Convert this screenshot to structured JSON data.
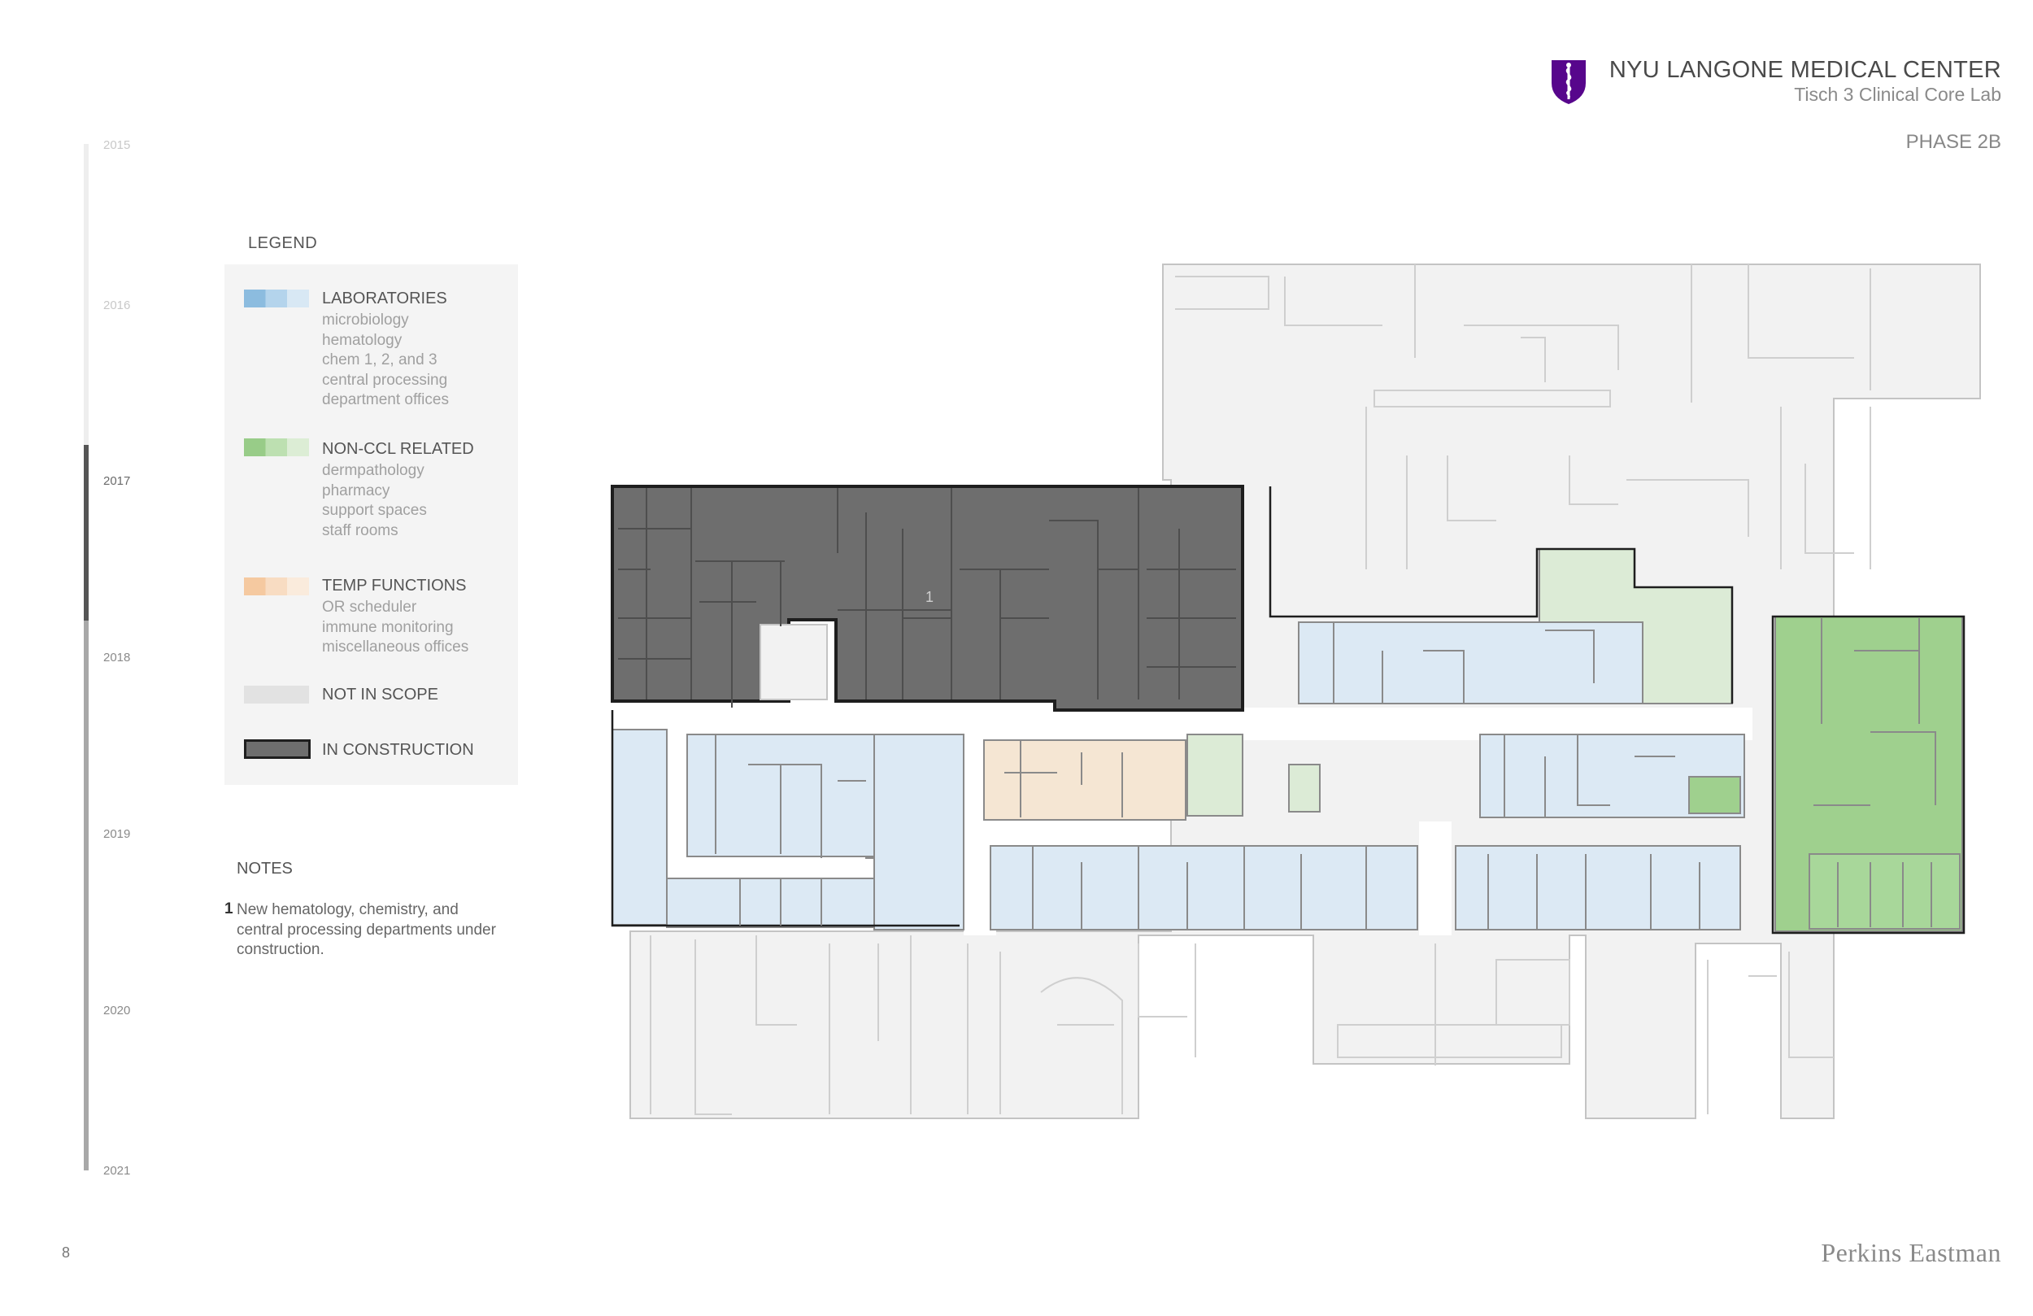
{
  "header": {
    "title": "NYU LANGONE MEDICAL CENTER",
    "subtitle": "Tisch 3 Clinical Core Lab",
    "phase": "PHASE 2B",
    "logo_icon": "nyu-torch-shield-icon",
    "logo_color": "#57068c"
  },
  "timeline": {
    "years": [
      "2015",
      "2016",
      "2017",
      "2018",
      "2019",
      "2020",
      "2021"
    ],
    "active_year": "2017"
  },
  "legend": {
    "title": "LEGEND",
    "entries": [
      {
        "label": "LABORATORIES",
        "items": [
          "microbiology",
          "hematology",
          "chem 1, 2, and 3",
          "central processing",
          "department offices"
        ],
        "color": "#9cc8e6"
      },
      {
        "label": "NON-CCL RELATED",
        "items": [
          "dermpathology",
          "pharmacy",
          "support spaces",
          "staff rooms"
        ],
        "color": "#a6d49a"
      },
      {
        "label": "TEMP FUNCTIONS",
        "items": [
          "OR scheduler",
          "immune monitoring",
          "miscellaneous offices"
        ],
        "color": "#f5caa0"
      },
      {
        "label": "NOT IN SCOPE",
        "items": [],
        "color": "#e6e6e6"
      },
      {
        "label": "IN CONSTRUCTION",
        "items": [],
        "color": "#6e6e6e"
      }
    ]
  },
  "notes": {
    "title": "NOTES",
    "items": [
      {
        "number": "1",
        "text": "New hematology, chemistry, and central processing departments under construction."
      }
    ]
  },
  "plan": {
    "callout": "1",
    "colors": {
      "laboratory": "#dce9f4",
      "non_ccl": "#dcebd6",
      "non_ccl_strong": "#9fd08e",
      "temp": "#f5e6d3",
      "not_in_scope": "#f0f0f0",
      "in_construction": "#6e6e6e",
      "walls": "#8a8a8a"
    }
  },
  "footer": {
    "page_number": "8",
    "firm": "Perkins Eastman"
  }
}
